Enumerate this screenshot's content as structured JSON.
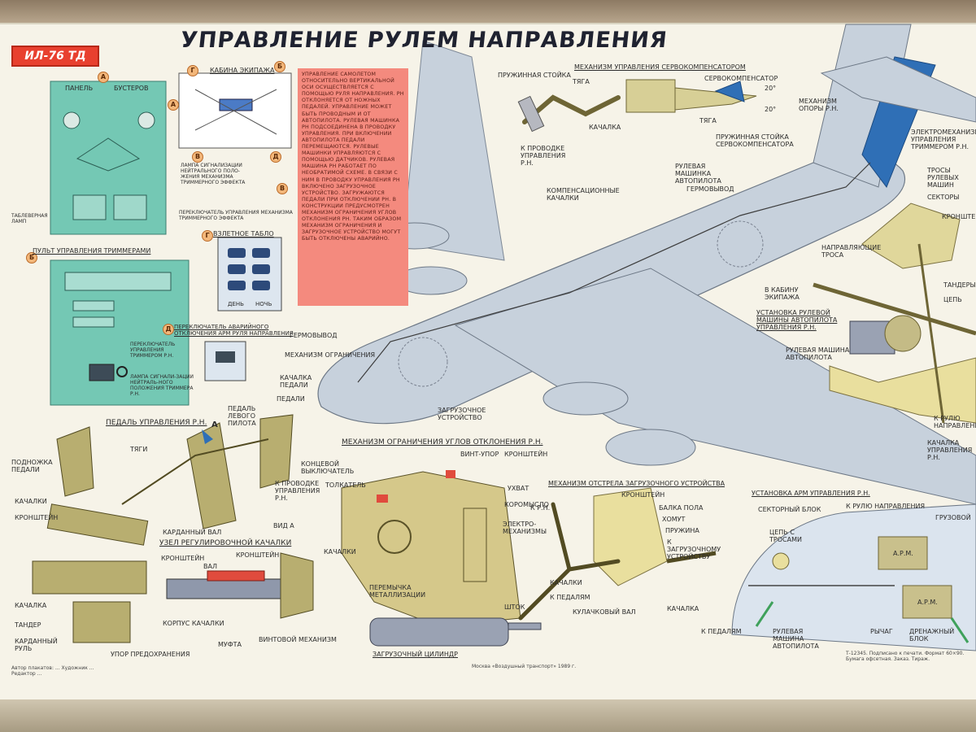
{
  "title": "УПРАВЛЕНИЕ РУЛЕМ НАПРАВЛЕНИЯ",
  "badge": "ИЛ-76 ТД",
  "markers": {
    "a": "А",
    "b": "Б",
    "v": "В",
    "g": "Г",
    "d": "Д"
  },
  "panels": {
    "boosters": {
      "header_left": "ПАНЕЛЬ",
      "header_right": "БУСТЕРОВ",
      "indicator_lamp": "ТАБЛЕВЕРНАЯ ЛАМП"
    },
    "trim_console": {
      "title": "ПУЛЬТ УПРАВЛЕНИЯ ТРИММЕРАМИ",
      "switch": "ПЕРЕКЛЮЧАТЕЛЬ УПРАВЛЕНИЯ ТРИММЕРОМ Р.Н.",
      "lamp": "ЛАМПА СИГНАЛИ-ЗАЦИИ НЕЙТРАЛЬ-НОГО ПОЛОЖЕНИЯ ТРИММЕРА Р.Н."
    },
    "cockpit": {
      "title": "КАБИНА ЭКИПАЖА"
    },
    "lamp_label": "ЛАМПА СИГНАЛИЗАЦИИ НЕЙТРАЛЬНОГО ПОЛО-ЖЕНИЯ МЕХАНИЗМА ТРИММЕРНОГО ЭФФЕКТА",
    "switch_label": "ПЕРЕКЛЮЧАТЕЛЬ УПРАВЛЕНИЯ МЕХАНИЗМА ТРИММЕРНОГО ЭФФЕКТА",
    "takeoff_board": {
      "title": "ВЗЛЕТНОЕ ТАБЛО",
      "left": "ДЕНЬ",
      "right": "НОЧЬ"
    },
    "emergency": {
      "title": "ПЕРЕКЛЮЧАТЕЛЬ АВАРИЙНОГО ОТКЛЮЧЕНИЯ АРМ РУЛЯ НАПРАВЛЕНИЯ"
    }
  },
  "note_text": "УПРАВЛЕНИЕ САМОЛЕТОМ ОТНОСИТЕЛЬНО ВЕРТИКАЛЬНОЙ ОСИ ОСУЩЕСТВЛЯЕТСЯ С ПОМОЩЬЮ РУЛЯ НАПРАВЛЕНИЯ. РН ОТКЛОНЯЕТСЯ ОТ НОЖНЫХ ПЕДАЛЕЙ. УПРАВЛЕНИЕ МОЖЕТ БЫТЬ ПРОВОДНЫМ И ОТ АВТОПИЛОТА. РУЛЕВАЯ МАШИНКА РН ПОДСОЕДИНЕНА В ПРОВОДКУ УПРАВЛЕНИЯ. ПРИ ВКЛЮЧЕНИИ АВТОПИЛОТА ПЕДАЛИ ПЕРЕМЕЩАЮТСЯ. РУЛЕВЫЕ МАШИНКИ УПРАВЛЯЮТСЯ С ПОМОЩЬЮ ДАТЧИКОВ. РУЛЕВАЯ МАШИНА РН РАБОТАЕТ ПО НЕОБРАТИМОЙ СХЕМЕ. В СВЯЗИ С НИМ В ПРОВОДКУ УПРАВЛЕНИЯ РН ВКЛЮЧЕНО ЗАГРУЗОЧНОЕ УСТРОЙСТВО. ЗАГРУЖАЮТСЯ ПЕДАЛИ ПРИ ОТКЛЮЧЕНИИ РН. В КОНСТРУКЦИИ ПРЕДУСМОТРЕН МЕХАНИЗМ ОГРАНИЧЕНИЯ УГЛОВ ОТКЛОНЕНИЯ РН. ТАКИМ ОБРАЗОМ МЕХАНИЗМ ОГРАНИЧЕНИЯ И ЗАГРУЗОЧНОЕ УСТРОЙСТВО МОГУТ БЫТЬ ОТКЛЮЧЕНЫ АВАРИЙНО.",
  "servo": {
    "title": "МЕХАНИЗМ УПРАВЛЕНИЯ СЕРВОКОМПЕНСАТОРОМ",
    "labels": [
      "ПРУЖИННАЯ СТОЙКА",
      "ТЯГА",
      "КАЧАЛКА",
      "К ПРОВОДКЕ УПРАВЛЕНИЯ Р.Н.",
      "СЕРВОКОМПЕНСАТОР",
      "ТЯГА",
      "ПРУЖИННАЯ СТОЙКА СЕРВОКОМПЕНСАТОРА"
    ],
    "angles": [
      "20°",
      "20°"
    ]
  },
  "aircraft_labels": {
    "stop": "МЕХАНИЗМ ОПОРЫ Р.Н.",
    "trim": "ЭЛЕКТРОМЕХАНИЗМ УПРАВЛЕНИЯ ТРИММЕРОМ Р.Н.",
    "autopilot": "РУЛЕВАЯ МАШИНКА АВТОПИЛОТА",
    "hermetic": "ГЕРМОВЫВОД",
    "compensating": "КОМПЕНСАЦИОННЫЕ КАЧАЛКИ",
    "hermetic2": "ГЕРМОВЫВОД",
    "limit": "МЕХАНИЗМ ОГРАНИЧЕНИЯ",
    "rocker": "КАЧАЛКА ПЕДАЛИ",
    "pedals": "ПЕДАЛИ",
    "loading": "ЗАГРУЗОЧНОЕ УСТРОЙСТВО"
  },
  "autopilot_install": {
    "title": "УСТАНОВКА РУЛЕВОЙ МАШИНЫ АВТОПИЛОТА УПРАВЛЕНИЯ Р.Н.",
    "labels": [
      "КРОНШТЕЙН",
      "ТАНДЕРЫ",
      "ЦЕПЬ",
      "СЕКТОРЫ",
      "НАПРАВЛЯЮЩИЕ ТРОСА",
      "В КАБИНУ ЭКИПАЖА",
      "РУЛЕВАЯ МАШИНА АВТОПИЛОТА",
      "К РУЛЮ НАПРАВЛЕНИЯ",
      "КАЧАЛКА УПРАВЛЕНИЯ Р.Н.",
      "ТРОСЫ РУЛЕВЫХ МАШИН"
    ]
  },
  "pedal": {
    "title": "ПЕДАЛЬ УПРАВЛЕНИЯ Р.Н.",
    "view": "А",
    "labels": [
      "ПЕДАЛЬ ЛЕВОГО ПИЛОТА",
      "ТЯГИ",
      "К ПРОВОДКЕ УПРАВЛЕНИЯ Р.Н.",
      "КАРДАННЫЙ ВАЛ",
      "ВИД А",
      "ПОДНОЖКА ПЕДАЛИ",
      "КАЧАЛКИ",
      "КРОНШТЕЙН",
      "КАЧАЛКА",
      "ТАНДЕР",
      "КАРДАННЫЙ РУЛЬ"
    ]
  },
  "adjust": {
    "title": "УЗЕЛ РЕГУЛИРОВОЧНОЙ КАЧАЛКИ",
    "labels": [
      "КРОНШТЕЙН",
      "ВАЛ",
      "КРОНШТЕЙН",
      "КОРПУС КАЧАЛКИ",
      "МУФТА",
      "ВИНТОВОЙ МЕХАНИЗМ",
      "УПОР ПРЕДОХРАНЕНИЯ"
    ]
  },
  "limit_mech": {
    "title": "МЕХАНИЗМ ОГРАНИЧЕНИЯ УГЛОВ ОТКЛОНЕНИЯ Р.Н.",
    "labels": [
      "КОНЦЕВОЙ ВЫКЛЮЧАТЕЛЬ",
      "ВИНТ-УПОР",
      "КРОНШТЕЙН",
      "ТОЛКАТЕЛЬ",
      "УХВАТ",
      "КОРОМЫСЛО",
      "ЭЛЕКТРО-МЕХАНИЗМЫ",
      "КАЧАЛКИ",
      "ПЕРЕМЫЧКА МЕТАЛЛИЗАЦИИ",
      "ШТОК",
      "ЗАГРУЗОЧНЫЙ ЦИЛИНДР"
    ]
  },
  "spring_mech": {
    "title": "МЕХАНИЗМ ОТСТРЕЛА ЗАГРУЗОЧНОГО УСТРОЙСТВА",
    "labels": [
      "К Р.Н.",
      "КРОНШТЕЙН",
      "БАЛКА ПОЛА",
      "ХОМУТ",
      "ПРУЖИНА",
      "К ЗАГРУЗОЧНОМУ УСТРОЙСТВУ",
      "КАЧАЛКИ",
      "К ПЕДАЛЯМ",
      "КУЛАЧКОВЫЙ ВАЛ",
      "КАЧАЛКА"
    ]
  },
  "arm": {
    "title": "УСТАНОВКА АРМ УПРАВЛЕНИЯ Р.Н.",
    "labels": [
      "СЕКТОРНЫЙ БЛОК",
      "К РУЛЮ НАПРАВЛЕНИЯ",
      "ГРУЗОВОЙ",
      "ЦЕПЬ С ТРОСАМИ",
      "А.Р.М.",
      "А.Р.М.",
      "К ПЕДАЛЯМ",
      "РУЛЕВАЯ МАШИНА АВТОПИЛОТА",
      "РЫЧАГ",
      "ДРЕНАЖНЫЙ БЛОК"
    ]
  },
  "footer": {
    "authors": "Автор плакатов: ... Художник ... Редактор ...",
    "publisher": "Москва «Воздушный транспорт» 1989 г.",
    "print": "Т-12345. Подписано к печати. Формат 60×90. Бумага офсетная. Заказ. Тираж."
  },
  "colors": {
    "accent": "#e8402f",
    "teal": "#74c8b4",
    "note": "#f48a7e",
    "fuselage": "#c7d1dc",
    "mech": "#d7cf96",
    "tail": "#2f6fb6"
  }
}
